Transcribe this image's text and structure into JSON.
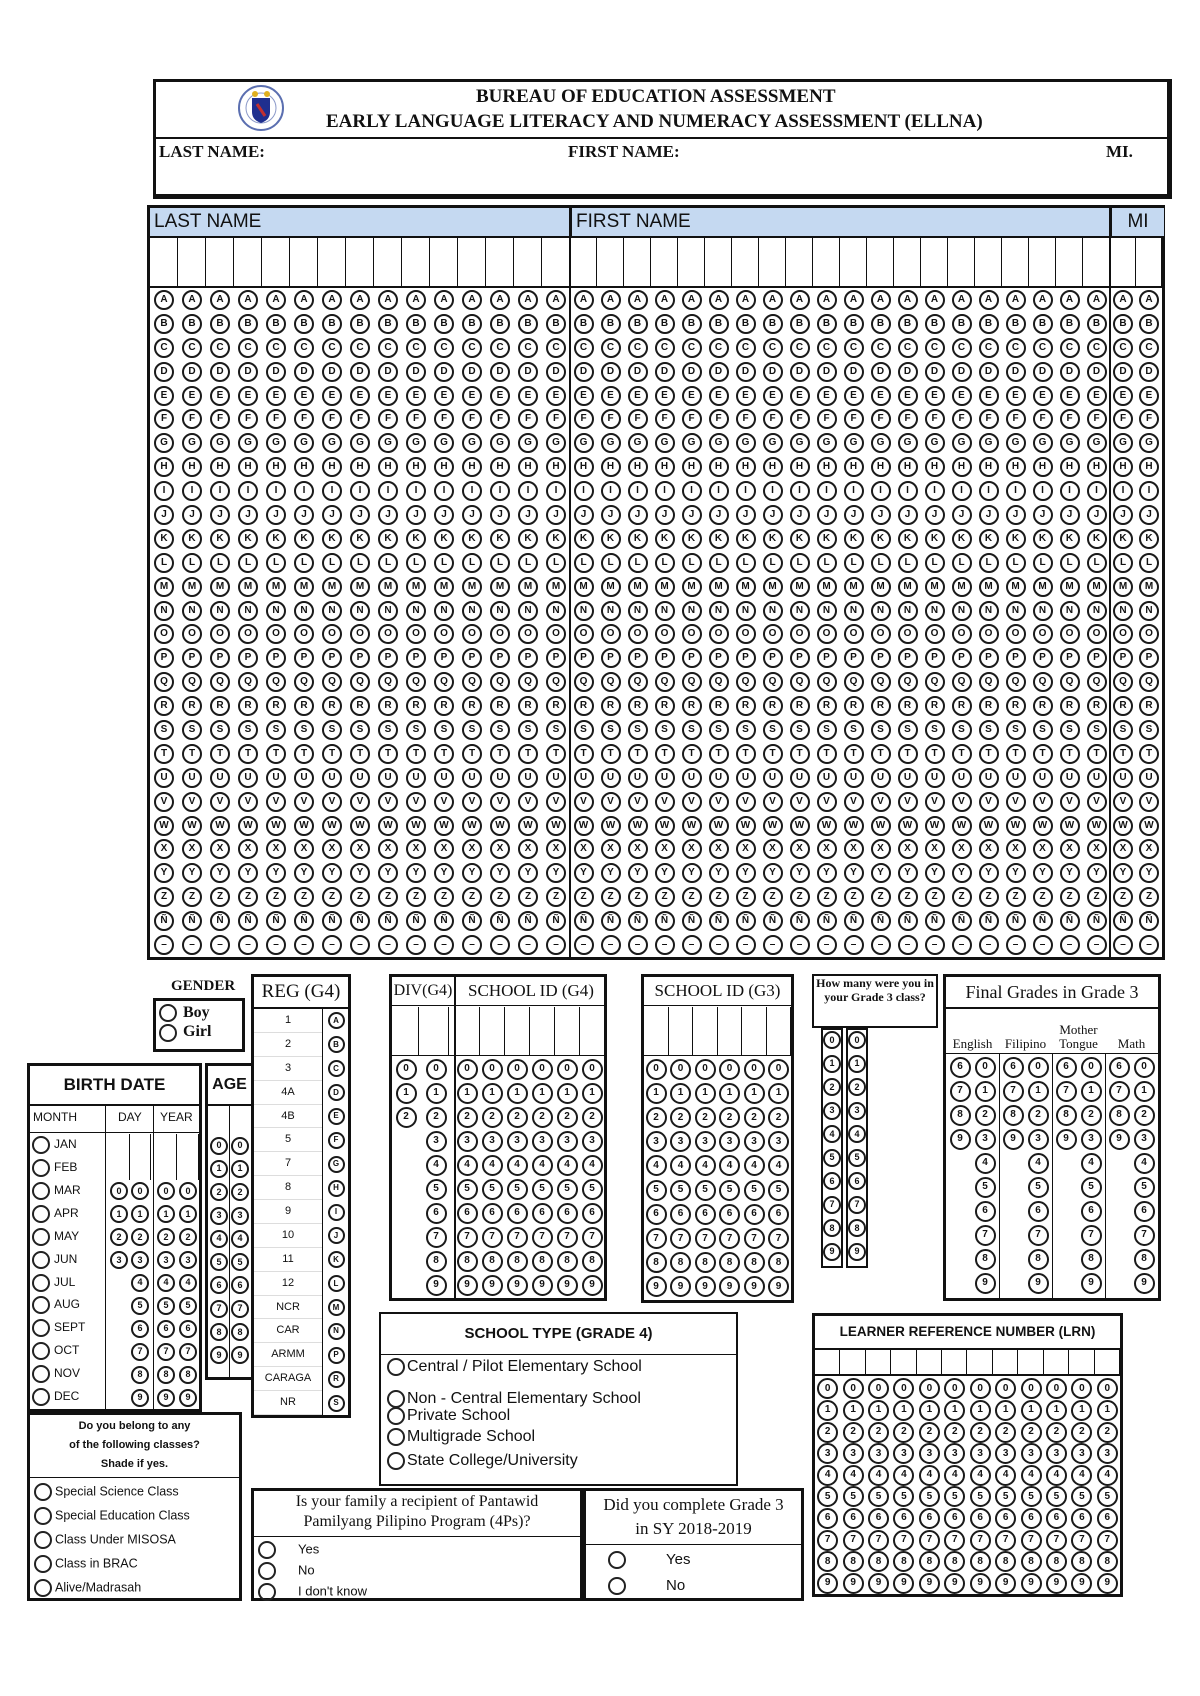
{
  "header": {
    "title1": "BUREAU OF EDUCATION ASSESSMENT",
    "title2": "EARLY LANGUAGE LITERACY AND NUMERACY ASSESSMENT (ELLNA)",
    "last_name_label": "LAST NAME:",
    "first_name_label": "FIRST NAME:",
    "mi_label": "MI.",
    "logo": "deped-seal-logo"
  },
  "name_grid": {
    "last_name": "LAST NAME",
    "first_name": "FIRST NAME",
    "mi": "MI",
    "last_cols": 15,
    "first_cols": 20,
    "mi_cols": 2,
    "letters": [
      "A",
      "B",
      "C",
      "D",
      "E",
      "F",
      "G",
      "H",
      "I",
      "J",
      "K",
      "L",
      "M",
      "N",
      "O",
      "P",
      "Q",
      "R",
      "S",
      "T",
      "U",
      "V",
      "W",
      "X",
      "Y",
      "Z",
      "Ñ",
      "–"
    ],
    "header_color": "#c5d9f1"
  },
  "gender": {
    "title": "GENDER",
    "options": [
      "Boy",
      "Girl"
    ]
  },
  "region": {
    "title": "REG (G4)",
    "labels": [
      "1",
      "2",
      "3",
      "4A",
      "4B",
      "5",
      "7",
      "8",
      "9",
      "10",
      "11",
      "12",
      "NCR",
      "CAR",
      "ARMM",
      "CARAGA",
      "NR"
    ],
    "letters": [
      "A",
      "B",
      "C",
      "D",
      "E",
      "F",
      "G",
      "H",
      "I",
      "J",
      "K",
      "L",
      "M",
      "N",
      "P",
      "R",
      "S"
    ]
  },
  "birth_date": {
    "title": "BIRTH DATE",
    "month": "MONTH",
    "day": "DAY",
    "year": "YEAR",
    "months": [
      "JAN",
      "FEB",
      "MAR",
      "APR",
      "MAY",
      "JUN",
      "JUL",
      "AUG",
      "SEPT",
      "OCT",
      "NOV",
      "DEC"
    ]
  },
  "age": {
    "title": "AGE"
  },
  "classes": {
    "question": [
      "Do you belong to any",
      "of the following classes?",
      "Shade if yes."
    ],
    "options": [
      "Special Science Class",
      "Special Education Class",
      "Class Under MISOSA",
      "Class in BRAC",
      "Alive/Madrasah"
    ]
  },
  "school_g4": {
    "div_title": "DIV(G4)",
    "id_title": "SCHOOL ID (G4)"
  },
  "school_g3": {
    "id_title": "SCHOOL ID (G3)"
  },
  "class_size": {
    "question": "How many were you in your Grade 3 class?"
  },
  "final_grades": {
    "title": "Final Grades in Grade 3",
    "subjects": [
      "English",
      "Filipino",
      "Mother Tongue",
      "Math"
    ],
    "tens": [
      "6",
      "7",
      "8",
      "9"
    ]
  },
  "school_type": {
    "title": "SCHOOL TYPE (GRADE 4)",
    "options": [
      "Central / Pilot Elementary School",
      "Non - Central Elementary School",
      "Private School",
      "Multigrade School",
      "State College/University"
    ]
  },
  "pantawid": {
    "question": [
      "Is your family a recipient of Pantawid",
      "Pamilyang Pilipino Program (4Ps)?"
    ],
    "options": [
      "Yes",
      "No",
      "I don't know"
    ]
  },
  "grade3_complete": {
    "question": [
      "Did you complete Grade 3",
      "in SY 2018-2019"
    ],
    "options": [
      "Yes",
      "No"
    ]
  },
  "lrn": {
    "title": "LEARNER REFERENCE NUMBER (LRN)",
    "cols": 12
  },
  "digits": [
    "0",
    "1",
    "2",
    "3",
    "4",
    "5",
    "6",
    "7",
    "8",
    "9"
  ]
}
